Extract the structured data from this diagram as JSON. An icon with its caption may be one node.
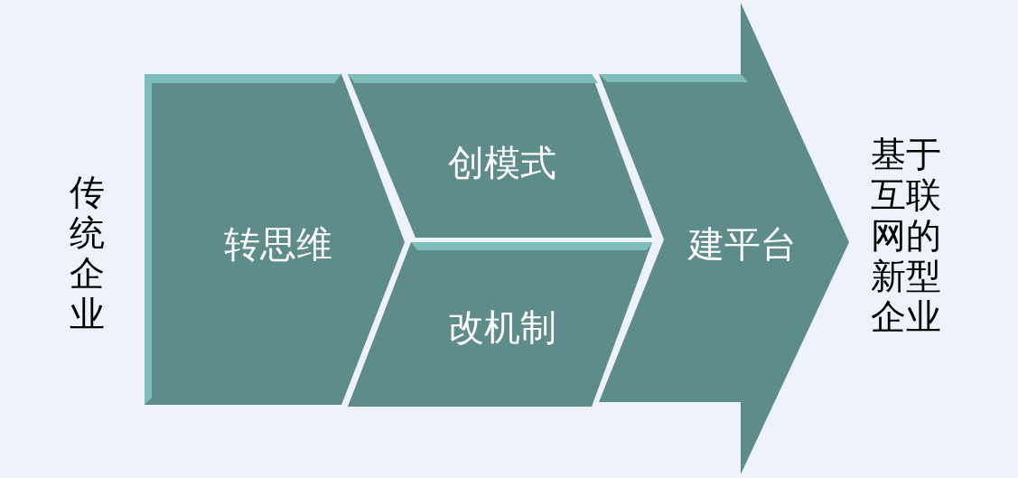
{
  "diagram": {
    "nodes": [
      {
        "text": [
          "转思维"
        ]
      },
      {
        "text": [
          "创模式"
        ]
      },
      {
        "text": [
          "改机制"
        ]
      },
      {
        "text": [
          "建平台"
        ]
      }
    ],
    "labels": [
      "传统企业",
      "基于互联网的新型企业"
    ]
  }
}
